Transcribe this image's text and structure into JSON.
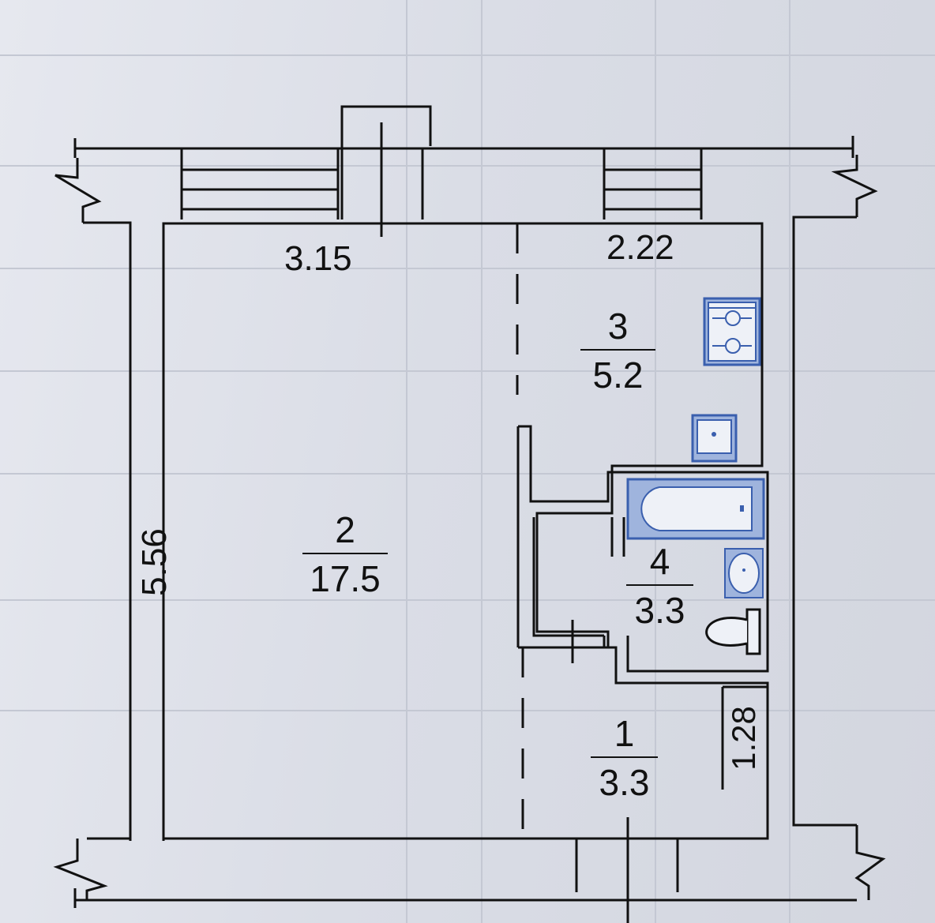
{
  "dimensions": {
    "room2_width": "3.15",
    "room3_width": "2.22",
    "room2_length": "5.56",
    "room1_length": "1.28"
  },
  "rooms": [
    {
      "number": "2",
      "area": "17.5"
    },
    {
      "number": "3",
      "area": "5.2"
    },
    {
      "number": "4",
      "area": "3.3"
    },
    {
      "number": "1",
      "area": "3.3"
    }
  ],
  "colors": {
    "wall_line": "#111111",
    "fixture_fill": "#9fb4dd",
    "fixture_stroke": "#3a5fae",
    "paper": "#e1e3ea"
  },
  "fixtures": [
    "stove-icon",
    "kitchen-sink-icon",
    "bathtub-icon",
    "washbasin-icon",
    "toilet-icon"
  ]
}
